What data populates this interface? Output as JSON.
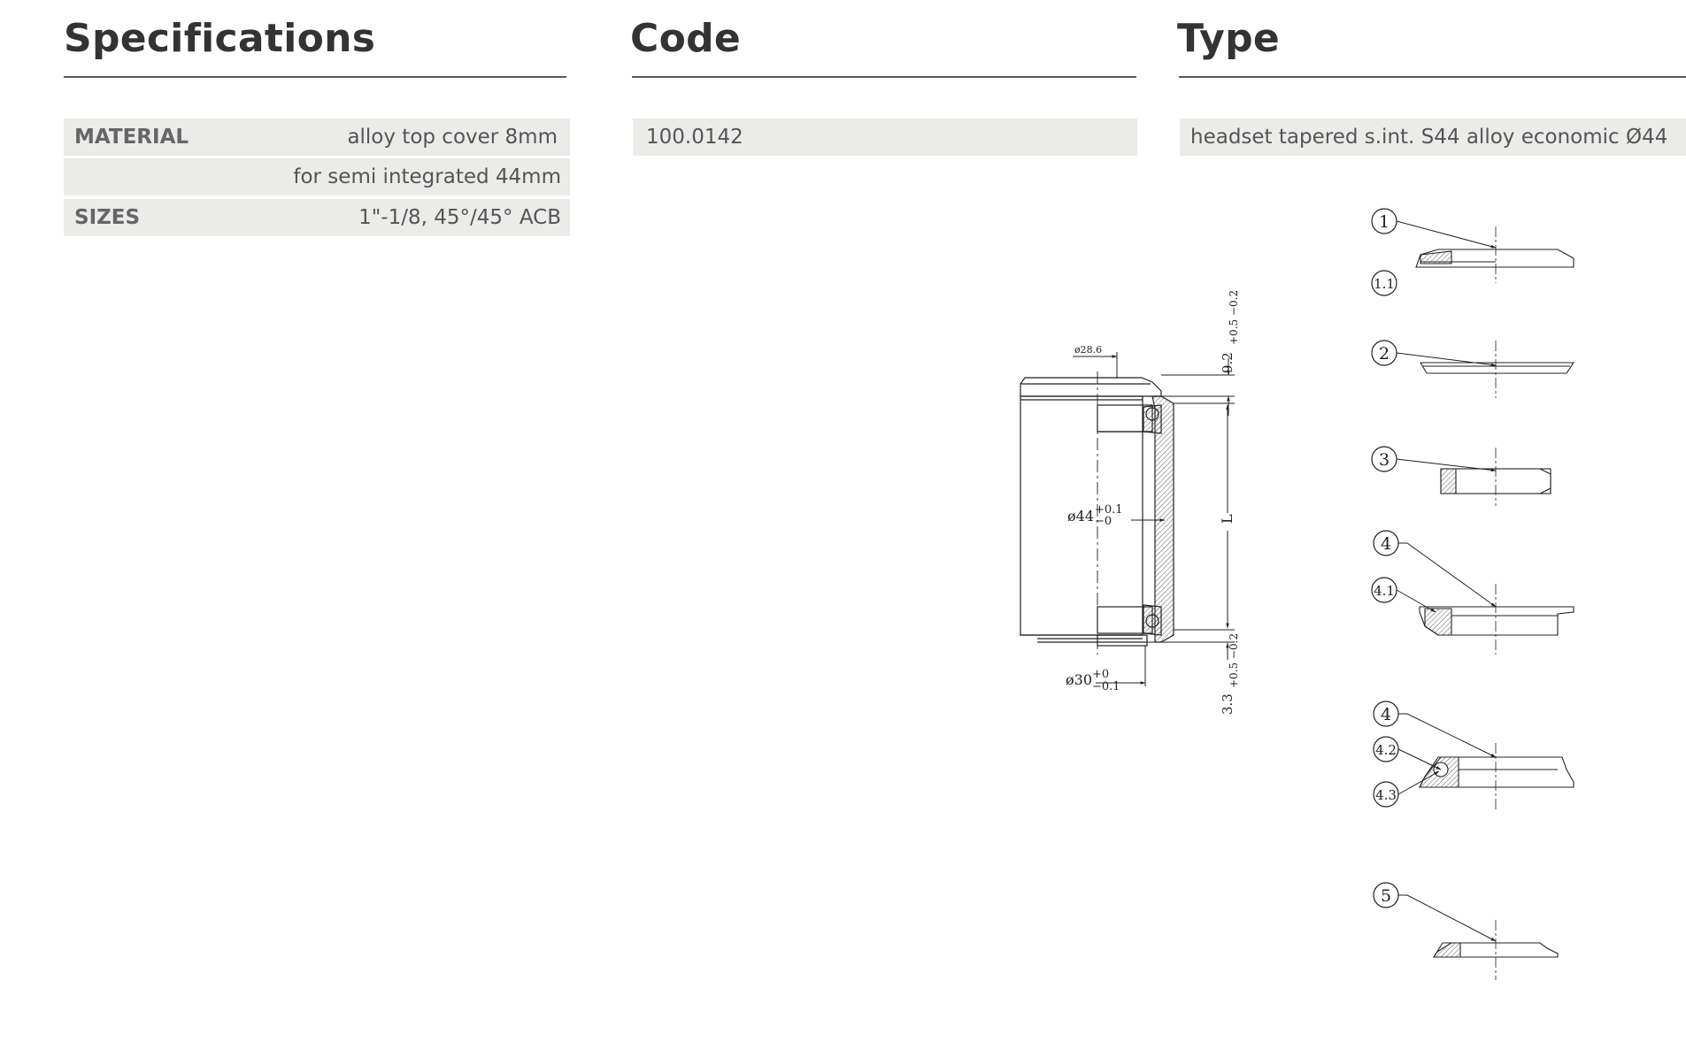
{
  "specifications": {
    "heading": "Specifications",
    "rows": [
      {
        "label": "MATERIAL",
        "value": "alloy top cover 8mm"
      },
      {
        "label": "",
        "value": "for semi integrated 44mm"
      },
      {
        "label": "SIZES",
        "value": "1\"-1/8, 45°/45° ACB"
      }
    ]
  },
  "code": {
    "heading": "Code",
    "value": "100.0142"
  },
  "type": {
    "heading": "Type",
    "value": "headset tapered s.int. S44 alloy economic Ø44"
  },
  "drawing": {
    "dims": {
      "d_top": "ø28.6",
      "d_mid": "ø44",
      "d_mid_tol_up": "+0.1",
      "d_mid_tol_dn": "−0",
      "d_bot": "ø30",
      "d_bot_tol_up": "+0",
      "d_bot_tol_dn": "−0.1",
      "h_top": "9.2",
      "h_top_tol": "+0.5 −0.2",
      "h_mid": "L",
      "h_bot": "3.3",
      "h_bot_tol": "+0.5 −0.2"
    },
    "parts": [
      "1",
      "1.1",
      "2",
      "3",
      "4",
      "4.1",
      "4",
      "4.2",
      "4.3",
      "5"
    ]
  }
}
